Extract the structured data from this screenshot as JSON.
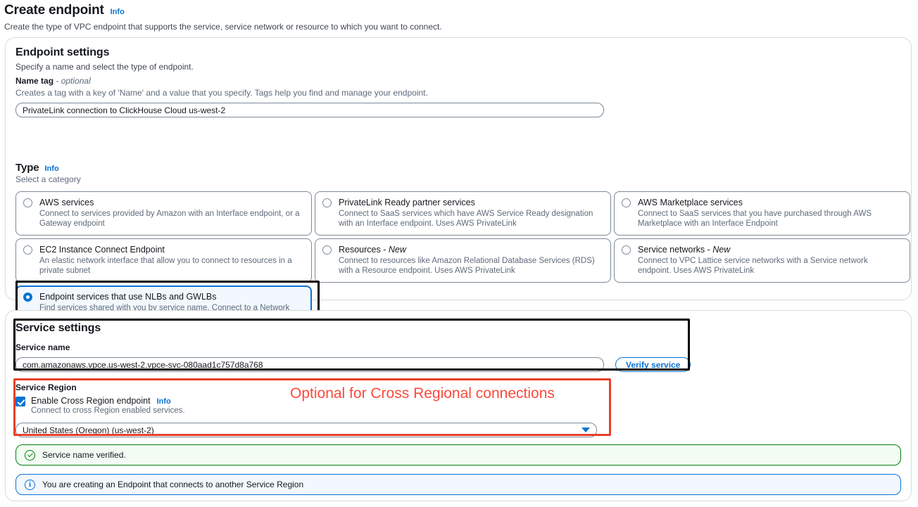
{
  "header": {
    "title": "Create endpoint",
    "info_label": "Info",
    "description": "Create the type of VPC endpoint that supports the service, service network or resource to which you want to connect."
  },
  "endpoint_settings": {
    "title": "Endpoint settings",
    "subtitle": "Specify a name and select the type of endpoint.",
    "name_tag": {
      "label": "Name tag",
      "optional_suffix": "- optional",
      "description": "Creates a tag with a key of 'Name' and a value that you specify. Tags help you find and manage your endpoint.",
      "value": "PrivateLink connection to ClickHouse Cloud us-west-2",
      "placeholder": ""
    },
    "type": {
      "label": "Type",
      "info_label": "Info",
      "subtitle": "Select a category",
      "options": [
        {
          "title": "AWS services",
          "description": "Connect to services provided by Amazon with an Interface endpoint, or a Gateway endpoint",
          "selected": false,
          "badge": ""
        },
        {
          "title": "PrivateLink Ready partner services",
          "description": "Connect to SaaS services which have AWS Service Ready designation with an Interface endpoint. Uses AWS PrivateLink",
          "selected": false,
          "badge": ""
        },
        {
          "title": "AWS Marketplace services",
          "description": "Connect to SaaS services that you have purchased through AWS Marketplace with an Interface Endpoint",
          "selected": false,
          "badge": ""
        },
        {
          "title": "EC2 Instance Connect Endpoint",
          "description": "An elastic network interface that allow you to connect to resources in a private subnet",
          "selected": false,
          "badge": ""
        },
        {
          "title": "Resources - ",
          "description": "Connect to resources like Amazon Relational Database Services (RDS) with a Resource endpoint. Uses AWS PrivateLink",
          "selected": false,
          "badge": "New"
        },
        {
          "title": "Service networks - ",
          "description": "Connect to VPC Lattice service networks with a Service network endpoint. Uses AWS PrivateLink",
          "selected": false,
          "badge": "New"
        },
        {
          "title": "Endpoint services that use NLBs and GWLBs",
          "description": "Find services shared with you by service name. Connect to a Network LoadBalancer (NLB) service with an Interface endpoint or to a Gateway LoadBalancer (GWLB) service with a Gateway Load Balancer endpoint",
          "selected": true,
          "badge": ""
        }
      ]
    }
  },
  "service_settings": {
    "title": "Service settings",
    "service_name": {
      "label": "Service name",
      "value": "com.amazonaws.vpce.us-west-2.vpce-svc-080aad1c757d8a768",
      "placeholder": ""
    },
    "verify_button_label": "Verify service",
    "service_region": {
      "label": "Service Region",
      "checkbox_label": "Enable Cross Region endpoint",
      "checkbox_info_label": "Info",
      "checkbox_checked": true,
      "checkbox_description": "Connect to cross Region enabled services.",
      "selected_region": "United States (Oregon) (us-west-2)"
    },
    "annotation": "Optional for Cross Regional connections",
    "alerts": [
      {
        "type": "success",
        "icon": "check-circle-icon",
        "message": "Service name verified."
      },
      {
        "type": "info",
        "icon": "info-circle-icon",
        "message": "You are creating an Endpoint that connects to another Service Region"
      }
    ]
  },
  "colors": {
    "accent_blue": "#0972d3",
    "annotation_red": "#fc4a3c",
    "highlight_black": "#000000",
    "success_green": "#037f0c"
  }
}
